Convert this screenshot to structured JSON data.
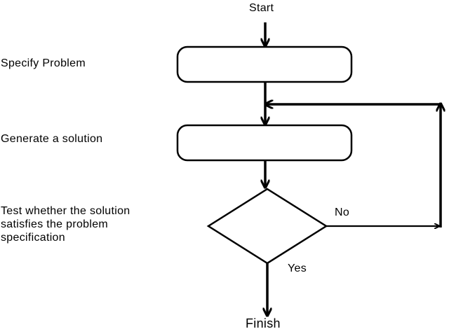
{
  "terminals": {
    "start": "Start",
    "finish": "Finish"
  },
  "steps": {
    "specify": "Specify Problem",
    "generate": "Generate a solution",
    "test_lines": [
      "Test whether the solution",
      "satisfies the problem",
      "specification"
    ]
  },
  "branches": {
    "no": "No",
    "yes": "Yes"
  },
  "colors": {
    "stroke": "#000000",
    "fill": "#ffffff",
    "text": "#000000"
  }
}
